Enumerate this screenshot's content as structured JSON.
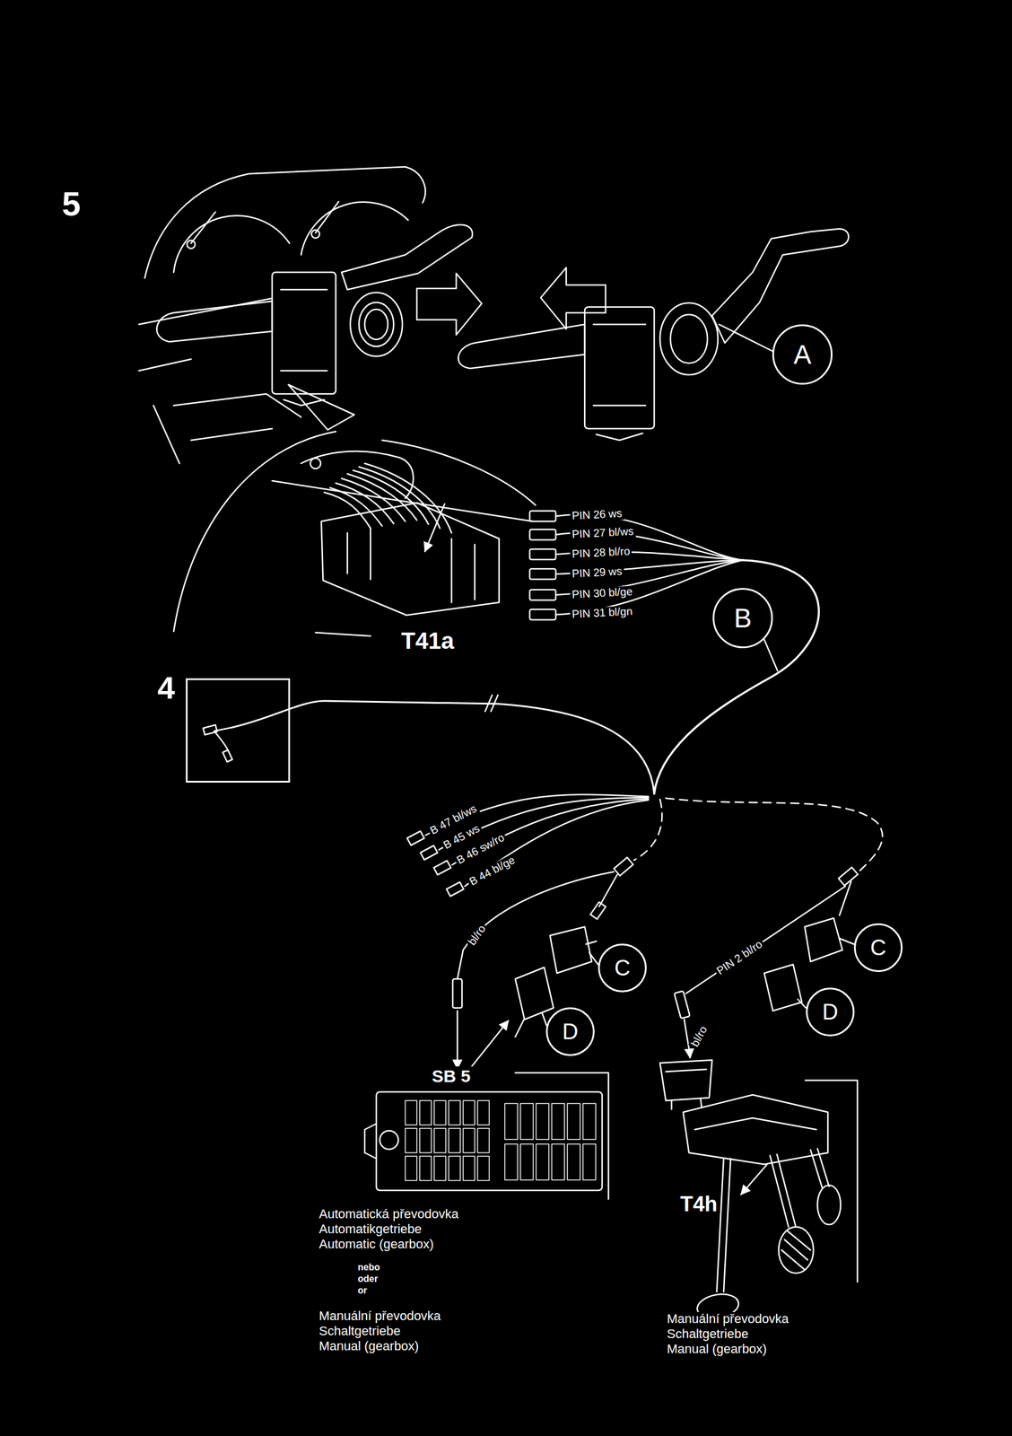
{
  "diagram": {
    "nodes": [
      {
        "text": [
          "A"
        ]
      },
      {
        "text": [
          "B"
        ]
      },
      {
        "text": [
          "4"
        ]
      },
      {
        "text": [
          "C"
        ]
      },
      {
        "text": [
          "C"
        ]
      },
      {
        "text": [
          "D"
        ]
      },
      {
        "text": [
          "D"
        ]
      }
    ],
    "labels": [
      "5",
      "PIN 26 ws",
      "PIN 27 bl/ws",
      "PIN 28 bl/ro",
      "PIN 29 ws",
      "PIN 30 bl/ge",
      "PIN 31 bl/gn",
      "T41a",
      "B 47 bl/ws",
      "B 45 ws",
      "B 46 sw/ro",
      "B 44 bl/ge",
      "bl/ro",
      "PIN 2 bl/ro",
      "bl/ro",
      "SB 5",
      "T4h",
      "Automatická převodovka",
      "Automatikgetriebe",
      "Automatic (gearbox)",
      "nebo",
      "oder",
      "or",
      "Manuální převodovka",
      "Schaltgetriebe",
      "Manual (gearbox)",
      "Manuální převodovka",
      "Schaltgetriebe",
      "Manual (gearbox)"
    ]
  }
}
